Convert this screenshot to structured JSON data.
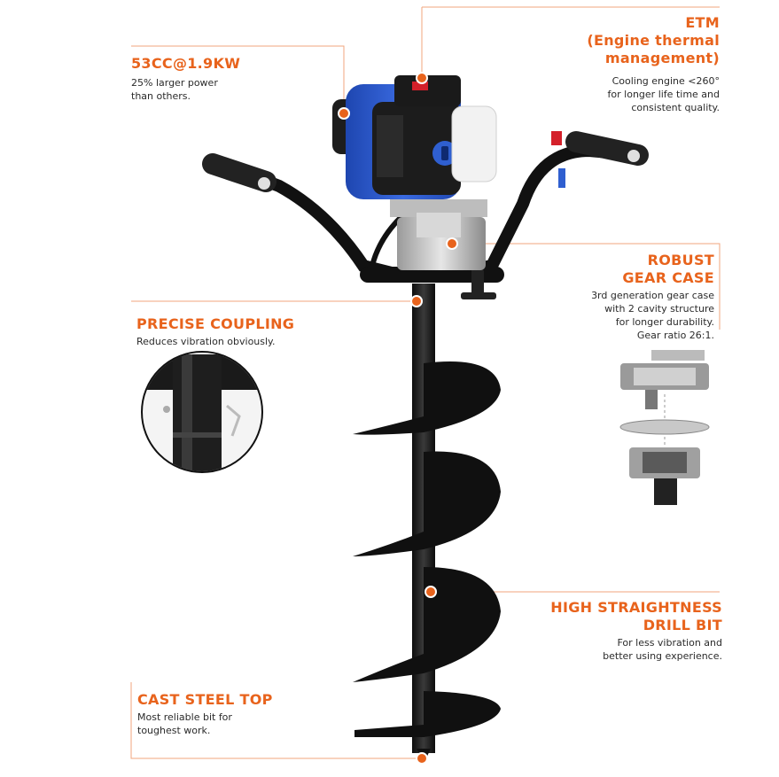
{
  "callouts": {
    "power": {
      "title": "53CC@1.9KW",
      "desc": [
        "25% larger power",
        "than others."
      ]
    },
    "etm": {
      "title": [
        "ETM",
        "(Engine thermal",
        "management)"
      ],
      "desc": [
        "Cooling engine <260°",
        "for longer life time and",
        "consistent quality."
      ]
    },
    "gear": {
      "title": [
        "ROBUST",
        "GEAR CASE"
      ],
      "desc": [
        "3rd generation gear case",
        "with 2 cavity structure",
        "for longer durability.",
        "Gear ratio 26:1."
      ]
    },
    "coupling": {
      "title": "PRECISE COUPLING",
      "desc": [
        "Reduces vibration obviously."
      ]
    },
    "drill": {
      "title": [
        "HIGH STRAIGHTNESS",
        "DRILL BIT"
      ],
      "desc": [
        "For less vibration and",
        "better using experience."
      ]
    },
    "caststeel": {
      "title": "CAST STEEL TOP",
      "desc": [
        "Most reliable bit for",
        "toughest work."
      ]
    }
  },
  "colors": {
    "accent": "#e8631c",
    "engine_blue": "#2f5fd0",
    "metal_dark": "#1a1a1a",
    "text": "#2b2b2b"
  }
}
